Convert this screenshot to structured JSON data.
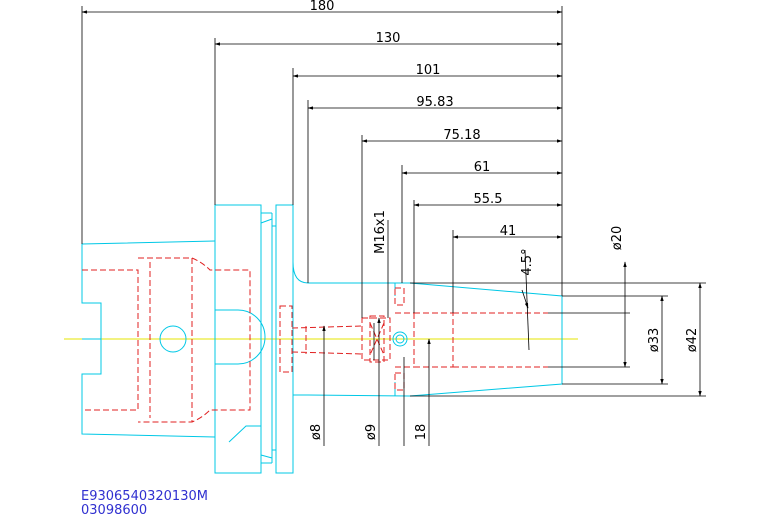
{
  "colors": {
    "outline": "#00c8e6",
    "hidden": "#e02020",
    "center_line": "#e6e600",
    "dimension": "#000000",
    "code_text": "#3030d0"
  },
  "dimensions": {
    "len_180": "180",
    "len_130": "130",
    "len_101": "101",
    "len_95_83": "95.83",
    "len_75_18": "75.18",
    "len_61": "61",
    "len_55_5": "55.5",
    "len_41": "41",
    "thread": "M16x1",
    "angle": "4.5°",
    "dia_20": "ø20",
    "dia_33": "ø33",
    "dia_42": "ø42",
    "dia_8": "ø8",
    "dia_9": "ø9",
    "len_18": "18"
  },
  "part": {
    "code_line1": "E9306540320130M",
    "code_line2": "03098600"
  }
}
